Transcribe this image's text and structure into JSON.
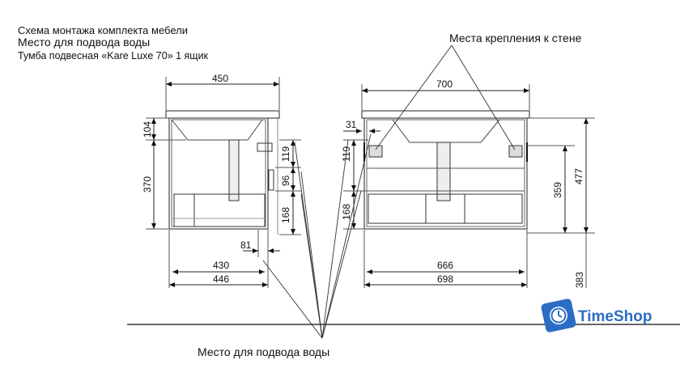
{
  "header": {
    "line1": "Схема монтажа комплекта мебели",
    "line2": "Место для подвода воды",
    "line3": "Тумба подвесная «Kare Luxe 70» 1 ящик"
  },
  "callouts": {
    "wall_mount": "Места крепления к стене",
    "water_inlet": "Место для подвода воды"
  },
  "side_view": {
    "dims": {
      "total_width": "450",
      "top_height": "104",
      "body_height": "370",
      "inlet_1": "119",
      "inlet_2": "96",
      "inlet_3": "168",
      "offset": "81",
      "inner_width": "430",
      "base_width": "446"
    }
  },
  "front_view": {
    "dims": {
      "total_width": "700",
      "edge_offset": "31",
      "mount_height": "119",
      "drawer_height": "168",
      "mount_span": "359",
      "total_height": "477",
      "inner_width": "666",
      "base_width": "698",
      "floor_clearance": "383"
    }
  },
  "logo": {
    "brand": "TimeShop",
    "color": "#2b6cc4",
    "icon": "clock-cart-icon"
  }
}
